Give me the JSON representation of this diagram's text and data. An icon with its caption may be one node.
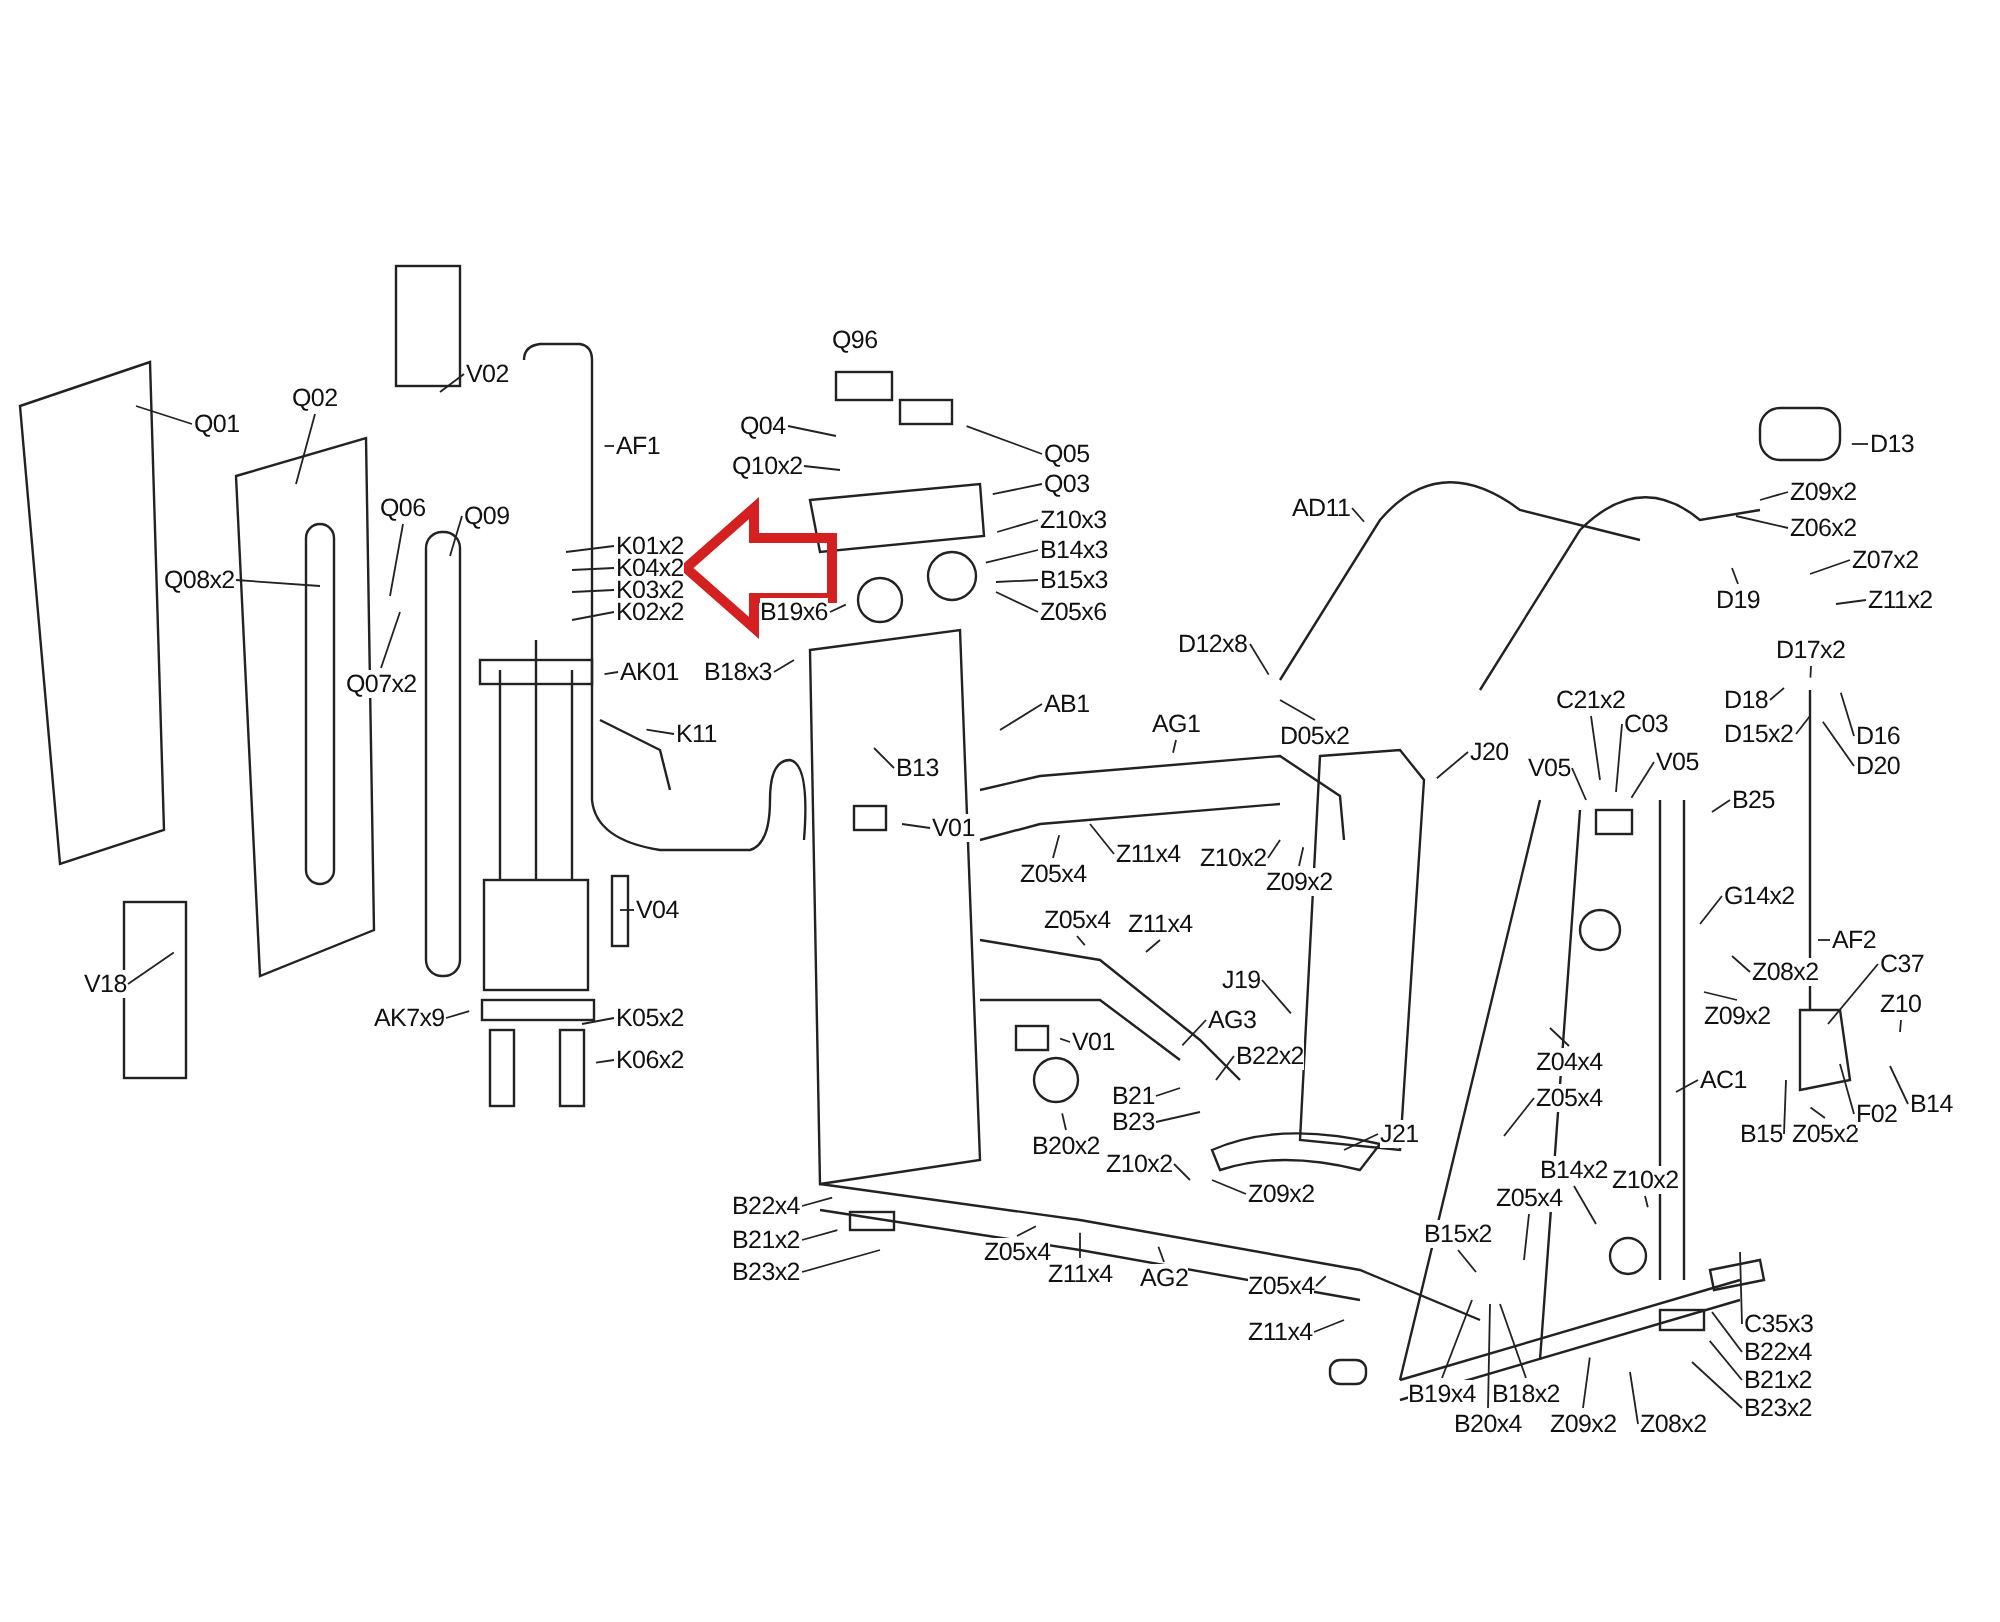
{
  "diagram": {
    "nodes": [
      {
        "text": [
          "Q01"
        ]
      },
      {
        "text": [
          "Q02"
        ]
      },
      {
        "text": [
          "V02"
        ]
      },
      {
        "text": [
          "AF1"
        ]
      },
      {
        "text": [
          "Q06"
        ]
      },
      {
        "text": [
          "Q09"
        ]
      },
      {
        "text": [
          "Q08x2"
        ]
      },
      {
        "text": [
          "K01x2"
        ]
      },
      {
        "text": [
          "K04x2"
        ]
      },
      {
        "text": [
          "K03x2"
        ]
      },
      {
        "text": [
          "K02x2"
        ]
      },
      {
        "text": [
          "Q07x2"
        ]
      },
      {
        "text": [
          "AK01"
        ]
      },
      {
        "text": [
          "K11"
        ]
      },
      {
        "text": [
          "V04"
        ]
      },
      {
        "text": [
          "V18"
        ]
      },
      {
        "text": [
          "AK7x9"
        ]
      },
      {
        "text": [
          "K05x2"
        ]
      },
      {
        "text": [
          "K06x2"
        ]
      },
      {
        "text": [
          "Q04"
        ]
      },
      {
        "text": [
          "Q10x2"
        ]
      },
      {
        "text": [
          "Q05"
        ]
      },
      {
        "text": [
          "Q03"
        ]
      },
      {
        "text": [
          "Z10x3"
        ]
      },
      {
        "text": [
          "B14x3"
        ]
      },
      {
        "text": [
          "B15x3"
        ]
      },
      {
        "text": [
          "Z05x6"
        ]
      },
      {
        "text": [
          "B19x6"
        ]
      },
      {
        "text": [
          "B18x3"
        ]
      },
      {
        "text": [
          "AB1"
        ]
      },
      {
        "text": [
          "B13"
        ]
      },
      {
        "text": [
          "V01"
        ]
      },
      {
        "text": [
          "AG1"
        ]
      },
      {
        "text": [
          "Z05x4"
        ]
      },
      {
        "text": [
          "Z11x4"
        ]
      },
      {
        "text": [
          "Z10x2"
        ]
      },
      {
        "text": [
          "Z09x2"
        ]
      },
      {
        "text": [
          "AD11"
        ]
      },
      {
        "text": [
          "D12x8"
        ]
      },
      {
        "text": [
          "D05x2"
        ]
      },
      {
        "text": [
          "D13"
        ]
      },
      {
        "text": [
          "Z09x2"
        ]
      },
      {
        "text": [
          "Z06x2"
        ]
      },
      {
        "text": [
          "Z07x2"
        ]
      },
      {
        "text": [
          "Z11x2"
        ]
      },
      {
        "text": [
          "D19"
        ]
      },
      {
        "text": [
          "D17x2"
        ]
      },
      {
        "text": [
          "D18"
        ]
      },
      {
        "text": [
          "D15x2"
        ]
      },
      {
        "text": [
          "D16"
        ]
      },
      {
        "text": [
          "D20"
        ]
      },
      {
        "text": [
          "C21x2"
        ]
      },
      {
        "text": [
          "C03"
        ]
      },
      {
        "text": [
          "V05"
        ]
      },
      {
        "text": [
          "V05"
        ]
      },
      {
        "text": [
          "B25"
        ]
      },
      {
        "text": [
          "J20"
        ]
      },
      {
        "text": [
          "G14x2"
        ]
      },
      {
        "text": [
          "AF2"
        ]
      },
      {
        "text": [
          "Z08x2"
        ]
      },
      {
        "text": [
          "C37"
        ]
      },
      {
        "text": [
          "Z09x2"
        ]
      },
      {
        "text": [
          "Z10"
        ]
      },
      {
        "text": [
          "J19"
        ]
      },
      {
        "text": [
          "AG3"
        ]
      },
      {
        "text": [
          "Z05x4"
        ]
      },
      {
        "text": [
          "Z11x4"
        ]
      },
      {
        "text": [
          "B22x2"
        ]
      },
      {
        "text": [
          "V01"
        ]
      },
      {
        "text": [
          "B21"
        ]
      },
      {
        "text": [
          "B23"
        ]
      },
      {
        "text": [
          "B20x2"
        ]
      },
      {
        "text": [
          "Z04x4"
        ]
      },
      {
        "text": [
          "Z05x4"
        ]
      },
      {
        "text": [
          "AC1"
        ]
      },
      {
        "text": [
          "B15"
        ]
      },
      {
        "text": [
          "Z05x2"
        ]
      },
      {
        "text": [
          "F02"
        ]
      },
      {
        "text": [
          "B14"
        ]
      },
      {
        "text": [
          "J21"
        ]
      },
      {
        "text": [
          "B22x4"
        ]
      },
      {
        "text": [
          "B21x2"
        ]
      },
      {
        "text": [
          "B23x2"
        ]
      },
      {
        "text": [
          "Z10x2"
        ]
      },
      {
        "text": [
          "Z09x2"
        ]
      },
      {
        "text": [
          "Z05x4"
        ]
      },
      {
        "text": [
          "Z11x4"
        ]
      },
      {
        "text": [
          "AG2"
        ]
      },
      {
        "text": [
          "Z05x4"
        ]
      },
      {
        "text": [
          "Z11x4"
        ]
      },
      {
        "text": [
          "B14x2"
        ]
      },
      {
        "text": [
          "Z10x2"
        ]
      },
      {
        "text": [
          "Z05x4"
        ]
      },
      {
        "text": [
          "B15x2"
        ]
      },
      {
        "text": [
          "B19x4"
        ]
      },
      {
        "text": [
          "B18x2"
        ]
      },
      {
        "text": [
          "B20x4"
        ]
      },
      {
        "text": [
          "Z09x2"
        ]
      },
      {
        "text": [
          "Z08x2"
        ]
      },
      {
        "text": [
          "C35x3"
        ]
      },
      {
        "text": [
          "B22x4"
        ]
      },
      {
        "text": [
          "B21x2"
        ]
      },
      {
        "text": [
          "B23x2"
        ]
      },
      {
        "text": [
          "Q96"
        ]
      }
    ],
    "edges": [
      {
        "from": 0,
        "to": null,
        "arrow": "none"
      },
      {
        "from": 1,
        "to": null,
        "arrow": "none"
      },
      {
        "from": 2,
        "to": null,
        "arrow": "none"
      },
      {
        "from": 3,
        "to": null,
        "arrow": "none"
      },
      {
        "from": 4,
        "to": null,
        "arrow": "none"
      },
      {
        "from": 5,
        "to": null,
        "arrow": "none"
      },
      {
        "from": 6,
        "to": null,
        "arrow": "none"
      },
      {
        "from": 7,
        "to": null,
        "arrow": "none"
      },
      {
        "from": 8,
        "to": null,
        "arrow": "none"
      },
      {
        "from": 9,
        "to": null,
        "arrow": "none"
      },
      {
        "from": 10,
        "to": null,
        "arrow": "none"
      },
      {
        "from": 11,
        "to": null,
        "arrow": "none"
      },
      {
        "from": 12,
        "to": null,
        "arrow": "none"
      },
      {
        "from": 13,
        "to": null,
        "arrow": "none"
      },
      {
        "from": 14,
        "to": null,
        "arrow": "none"
      },
      {
        "from": 15,
        "to": null,
        "arrow": "none"
      },
      {
        "from": 16,
        "to": null,
        "arrow": "none"
      },
      {
        "from": 17,
        "to": null,
        "arrow": "none"
      },
      {
        "from": 18,
        "to": null,
        "arrow": "none"
      },
      {
        "from": 19,
        "to": null,
        "arrow": "none"
      },
      {
        "from": 20,
        "to": null,
        "arrow": "none"
      },
      {
        "from": 21,
        "to": null,
        "arrow": "none"
      },
      {
        "from": 22,
        "to": null,
        "arrow": "none"
      },
      {
        "from": 23,
        "to": null,
        "arrow": "none"
      },
      {
        "from": 24,
        "to": null,
        "arrow": "none"
      },
      {
        "from": 25,
        "to": null,
        "arrow": "none"
      },
      {
        "from": 26,
        "to": null,
        "arrow": "none"
      },
      {
        "from": 27,
        "to": null,
        "arrow": "none"
      },
      {
        "from": 28,
        "to": null,
        "arrow": "none"
      },
      {
        "from": 29,
        "to": null,
        "arrow": "none"
      },
      {
        "from": 30,
        "to": null,
        "arrow": "none"
      },
      {
        "from": 31,
        "to": null,
        "arrow": "none"
      },
      {
        "from": 32,
        "to": null,
        "arrow": "none"
      },
      {
        "from": 33,
        "to": null,
        "arrow": "none"
      },
      {
        "from": 34,
        "to": null,
        "arrow": "none"
      },
      {
        "from": 35,
        "to": null,
        "arrow": "none"
      },
      {
        "from": 36,
        "to": null,
        "arrow": "none"
      },
      {
        "from": 37,
        "to": null,
        "arrow": "none"
      },
      {
        "from": 38,
        "to": null,
        "arrow": "none"
      },
      {
        "from": 39,
        "to": null,
        "arrow": "none"
      },
      {
        "from": 40,
        "to": null,
        "arrow": "none"
      },
      {
        "from": 41,
        "to": null,
        "arrow": "none"
      },
      {
        "from": 42,
        "to": null,
        "arrow": "none"
      },
      {
        "from": 43,
        "to": null,
        "arrow": "none"
      },
      {
        "from": 44,
        "to": null,
        "arrow": "none"
      },
      {
        "from": 45,
        "to": null,
        "arrow": "none"
      },
      {
        "from": 46,
        "to": null,
        "arrow": "none"
      },
      {
        "from": 47,
        "to": null,
        "arrow": "none"
      },
      {
        "from": 48,
        "to": null,
        "arrow": "none"
      },
      {
        "from": 49,
        "to": null,
        "arrow": "none"
      },
      {
        "from": 50,
        "to": null,
        "arrow": "none"
      },
      {
        "from": 51,
        "to": null,
        "arrow": "none"
      },
      {
        "from": 52,
        "to": null,
        "arrow": "none"
      },
      {
        "from": 53,
        "to": null,
        "arrow": "none"
      },
      {
        "from": 54,
        "to": null,
        "arrow": "none"
      },
      {
        "from": 55,
        "to": null,
        "arrow": "none"
      },
      {
        "from": 56,
        "to": null,
        "arrow": "none"
      },
      {
        "from": 57,
        "to": null,
        "arrow": "none"
      },
      {
        "from": 58,
        "to": null,
        "arrow": "none"
      },
      {
        "from": 59,
        "to": null,
        "arrow": "none"
      },
      {
        "from": 60,
        "to": null,
        "arrow": "none"
      },
      {
        "from": 61,
        "to": null,
        "arrow": "none"
      },
      {
        "from": 62,
        "to": null,
        "arrow": "none"
      },
      {
        "from": 63,
        "to": null,
        "arrow": "none"
      },
      {
        "from": 64,
        "to": null,
        "arrow": "none"
      },
      {
        "from": 65,
        "to": null,
        "arrow": "none"
      },
      {
        "from": 66,
        "to": null,
        "arrow": "none"
      },
      {
        "from": 67,
        "to": null,
        "arrow": "none"
      },
      {
        "from": 68,
        "to": null,
        "arrow": "none"
      },
      {
        "from": 69,
        "to": null,
        "arrow": "none"
      },
      {
        "from": 70,
        "to": null,
        "arrow": "none"
      },
      {
        "from": 71,
        "to": null,
        "arrow": "none"
      },
      {
        "from": 72,
        "to": null,
        "arrow": "none"
      },
      {
        "from": 73,
        "to": null,
        "arrow": "none"
      },
      {
        "from": 74,
        "to": null,
        "arrow": "none"
      },
      {
        "from": 75,
        "to": null,
        "arrow": "none"
      },
      {
        "from": 76,
        "to": null,
        "arrow": "none"
      },
      {
        "from": 77,
        "to": null,
        "arrow": "none"
      },
      {
        "from": 78,
        "to": null,
        "arrow": "none"
      },
      {
        "from": 79,
        "to": null,
        "arrow": "none"
      },
      {
        "from": 80,
        "to": null,
        "arrow": "none"
      },
      {
        "from": 81,
        "to": null,
        "arrow": "none"
      },
      {
        "from": 82,
        "to": null,
        "arrow": "none"
      },
      {
        "from": 83,
        "to": null,
        "arrow": "none"
      },
      {
        "from": 84,
        "to": null,
        "arrow": "none"
      },
      {
        "from": 85,
        "to": null,
        "arrow": "none"
      },
      {
        "from": 86,
        "to": null,
        "arrow": "none"
      },
      {
        "from": 87,
        "to": null,
        "arrow": "none"
      },
      {
        "from": 88,
        "to": null,
        "arrow": "none"
      },
      {
        "from": 89,
        "to": null,
        "arrow": "none"
      },
      {
        "from": 90,
        "to": null,
        "arrow": "none"
      },
      {
        "from": 91,
        "to": null,
        "arrow": "none"
      },
      {
        "from": 92,
        "to": null,
        "arrow": "none"
      },
      {
        "from": 93,
        "to": null,
        "arrow": "none"
      },
      {
        "from": 94,
        "to": null,
        "arrow": "none"
      },
      {
        "from": 95,
        "to": null,
        "arrow": "none"
      },
      {
        "from": 96,
        "to": null,
        "arrow": "none"
      },
      {
        "from": 97,
        "to": null,
        "arrow": "none"
      },
      {
        "from": 98,
        "to": null,
        "arrow": "none"
      },
      {
        "from": 99,
        "to": null,
        "arrow": "none"
      },
      {
        "from": 100,
        "to": null,
        "arrow": "none"
      },
      {
        "from": 101,
        "to": null,
        "arrow": "none"
      },
      {
        "from": 102,
        "to": null,
        "arrow": "none"
      },
      {
        "from": null,
        "to": 8,
        "arrow": "to",
        "style": "thick",
        "color": "#d42020"
      }
    ],
    "labels": []
  }
}
